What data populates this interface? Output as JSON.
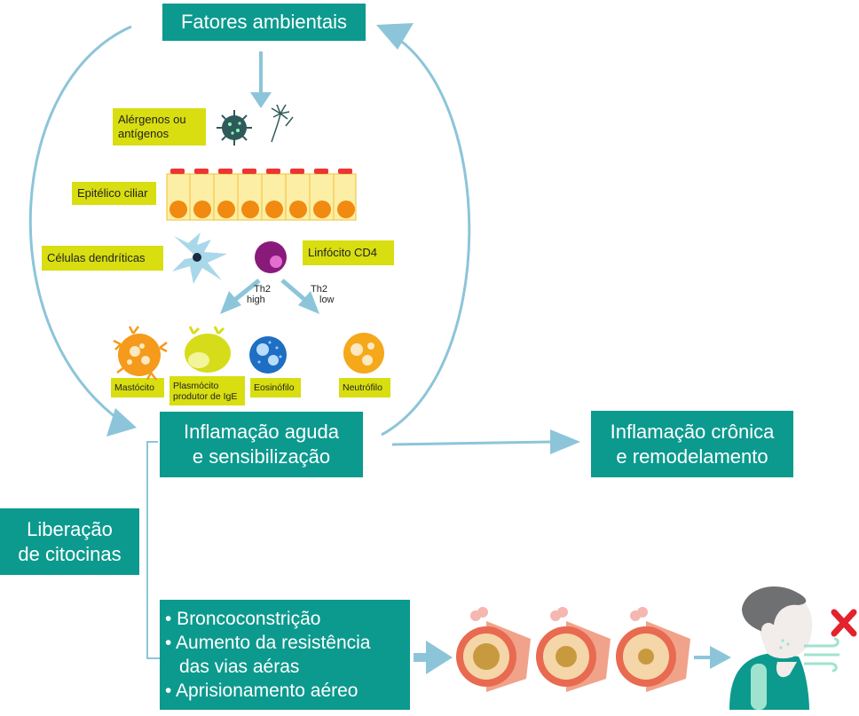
{
  "boxes": {
    "environmental": "Fatores ambientais",
    "acute_line1": "Inflamação aguda",
    "acute_line2": "e sensibilização",
    "chronic_line1": "Inflamação crônica",
    "chronic_line2": "e remodelamento",
    "cytokines_line1": "Liberação",
    "cytokines_line2": "de citocinas"
  },
  "labels": {
    "allergens_line1": "Alérgenos ou",
    "allergens_line2": "antígenos",
    "epithelium": "Epitélico ciliar",
    "dendritic": "Células dendríticas",
    "lymphocyte": "Linfócito CD4",
    "mast_cell": "Mastócito",
    "plasmocyte_line1": "Plasmócito",
    "plasmocyte_line2": "produtor de IgE",
    "eosinophil": "Eosinófilo",
    "neutrophil": "Neutrófilo"
  },
  "th2": {
    "high_line1": "Th2",
    "high_line2": "high",
    "low_line1": "Th2",
    "low_line2": "low"
  },
  "effects": [
    "• Broncoconstrição",
    "• Aumento da resistência",
    "das vias aéras",
    "• Aprisionamento aéreo"
  ],
  "colors": {
    "teal": "#0c9a8e",
    "label_yellow": "#d8de10",
    "arrow_blue": "#8cc5d9",
    "symptom_red": "#e3222c"
  },
  "icons": [
    "virus-icon",
    "dandelion-icon",
    "dendritic-cell-icon",
    "lymphocyte-icon",
    "mast-cell-icon",
    "plasmocyte-icon",
    "eosinophil-icon",
    "neutrophil-icon",
    "bronchus-icon",
    "coughing-person-icon",
    "x-mark-icon"
  ]
}
